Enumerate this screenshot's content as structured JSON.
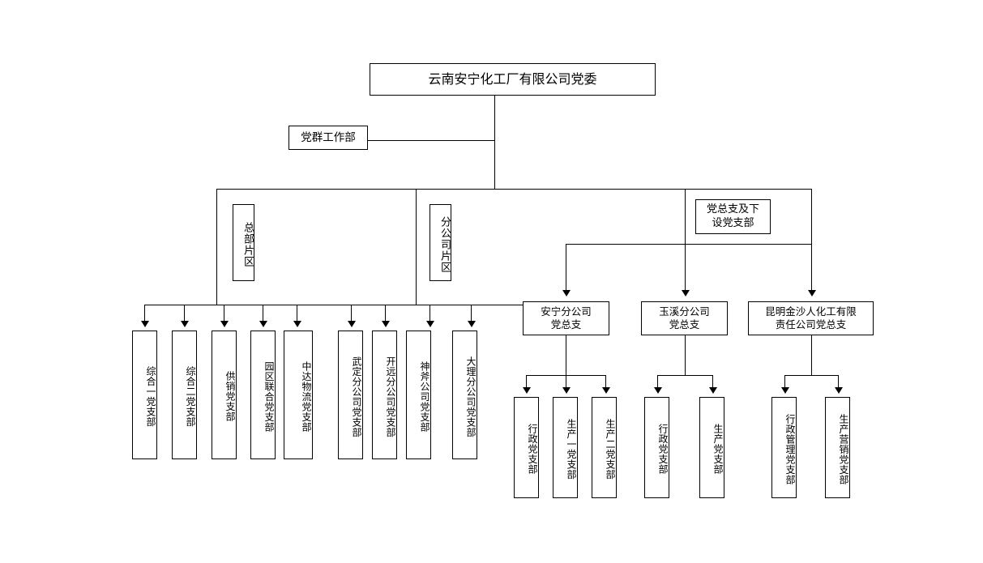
{
  "diagram": {
    "title_box": {
      "label": "云南安宁化工厂有限公司党委"
    },
    "side_box": {
      "label": "党群工作部"
    },
    "region_labels": {
      "headquarters": "总部片区",
      "branch": "分公司片区",
      "general_branch": "党总支及下\n设党支部",
      "general_branch_line1": "党总支及下",
      "general_branch_line2": "设党支部"
    },
    "headquarters_branches": [
      {
        "label": "综合一党支部"
      },
      {
        "label": "综合二党支部"
      },
      {
        "label": "供销党支部"
      },
      {
        "label": "园区联合党支部"
      },
      {
        "label": "中达物流党支部"
      }
    ],
    "company_branches": [
      {
        "label": "武定分公司党支部"
      },
      {
        "label": "开远分公司党支部"
      },
      {
        "label": "神斧公司党支部"
      },
      {
        "label": "大理分公司党支部"
      }
    ],
    "general_branches": [
      {
        "line1": "安宁分公司",
        "line2": "党总支",
        "children": [
          {
            "label": "行政党支部"
          },
          {
            "label": "生产一党支部"
          },
          {
            "label": "生产二党支部"
          }
        ]
      },
      {
        "line1": "玉溪分公司",
        "line2": "党总支",
        "children": [
          {
            "label": "行政党支部"
          },
          {
            "label": "生产党支部"
          }
        ]
      },
      {
        "line1": "昆明金沙人化工有限",
        "line2": "责任公司党总支",
        "children": [
          {
            "label": "行政管理党支部"
          },
          {
            "label": "生产营销党支部"
          }
        ]
      }
    ],
    "colors": {
      "line": "#000000",
      "box_border": "#000000",
      "background": "#ffffff",
      "text": "#000000"
    }
  }
}
